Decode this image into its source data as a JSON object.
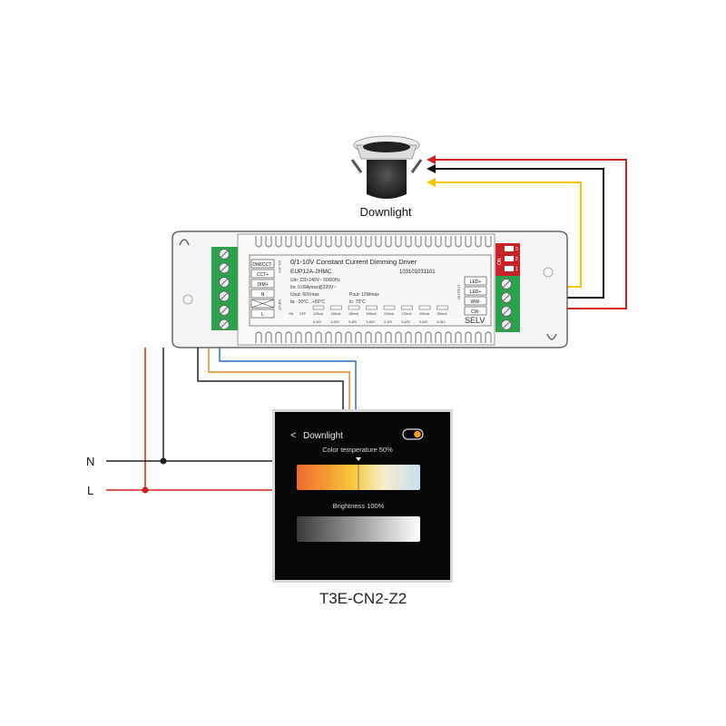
{
  "downlight": {
    "label": "Downlight"
  },
  "driver": {
    "title": "0/1-10V Constant Current Dimming Driver",
    "model": "EUP12A-2HMC",
    "serial": "103101031101",
    "uin": "Uin: 220-240V~  50/60Hz",
    "iin": "Iin: 0.09Amax@220V~",
    "uout": "Uout: 60Vmax",
    "pout": "Pout: 12Wmax",
    "ta": "ta: -20°C...+50°C",
    "tc": "tc: 70°C",
    "selv": "SELV",
    "left_terminals": [
      "DIM/CCT-",
      "CCT+",
      "DIM+",
      "N",
      "",
      "L"
    ],
    "left_side_labels": [
      "0/1-10V",
      "INPUT"
    ],
    "right_terminals": [
      "LED+",
      "LED+",
      "WW-",
      "CW-"
    ],
    "right_side_label": "OUTPUT",
    "dip_label": "ON",
    "dip_numbers": [
      "1",
      "2",
      "3"
    ],
    "current_table": {
      "onoff": [
        "ON",
        "OFF"
      ],
      "currents": [
        "120mA",
        "150mA",
        "180mA",
        "200mA",
        "240mA",
        "270mA",
        "300mA",
        "350mA"
      ],
      "voltages": [
        "9-42V",
        "9-42V",
        "9-42V",
        "9-42V",
        "9-42V",
        "9-42V",
        "9-40V",
        "9-34V"
      ]
    }
  },
  "mains": {
    "neutral": "N",
    "live": "L"
  },
  "panel": {
    "model": "T3E-CN2-Z2",
    "title": "Downlight",
    "back_icon": "chevron-left-icon",
    "toggle_on": true,
    "color_temp_label": "Color temperature 50%",
    "color_temp_value": 50,
    "brightness_label": "Brightness 100%",
    "brightness_value": 100
  },
  "colors": {
    "live": "#d42020",
    "neutral": "#111111",
    "yellow": "#f2c500",
    "orange": "#e8872a",
    "blue": "#2f6fd0",
    "terminal_green": "#2aa34a",
    "dip_red": "#c9232a",
    "toggle": "#f39a1e"
  }
}
